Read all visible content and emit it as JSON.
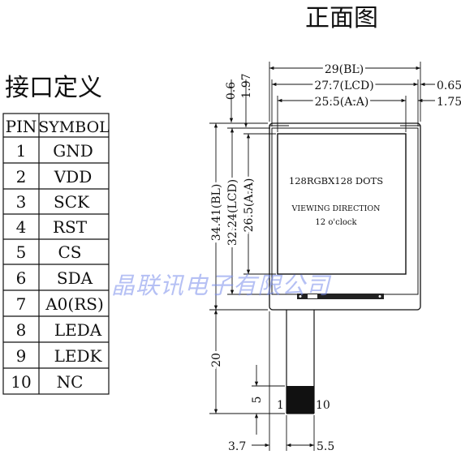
{
  "titles": {
    "front_view": "正面图",
    "pin_definition": "接口定义"
  },
  "pin_table": {
    "header_pin": "PIN",
    "header_symbol": "SYMBOL",
    "rows": [
      {
        "pin": "1",
        "symbol": "GND"
      },
      {
        "pin": "2",
        "symbol": "VDD"
      },
      {
        "pin": "3",
        "symbol": "SCK"
      },
      {
        "pin": "4",
        "symbol": "RST"
      },
      {
        "pin": "5",
        "symbol": "CS"
      },
      {
        "pin": "6",
        "symbol": "SDA"
      },
      {
        "pin": "7",
        "symbol": "A0(RS)"
      },
      {
        "pin": "8",
        "symbol": "LEDA"
      },
      {
        "pin": "9",
        "symbol": "LEDK"
      },
      {
        "pin": "10",
        "symbol": "NC"
      }
    ]
  },
  "display": {
    "resolution": "128RGBX128 DOTS",
    "viewing_direction": "VIEWING DIRECTION",
    "clock": "12 o'clock"
  },
  "dimensions": {
    "bl_width": "29(BL)",
    "lcd_width": "27.7(LCD)",
    "aa_width": "25.5(A.A)",
    "right_065": "0.65",
    "right_175": "1.75",
    "top_06": "0.6",
    "top_197": "1.97",
    "bl_height": "34.41(BL)",
    "lcd_height": "32.24(LCD)",
    "aa_height": "26.5(A.A)",
    "fpc_length": "20",
    "fpc_pad": "5",
    "bottom_left": "3.7",
    "bottom_right": "5.5"
  },
  "connector": {
    "pin_first": "1",
    "pin_last": "10"
  },
  "watermark": "晶联讯电子有限公司"
}
